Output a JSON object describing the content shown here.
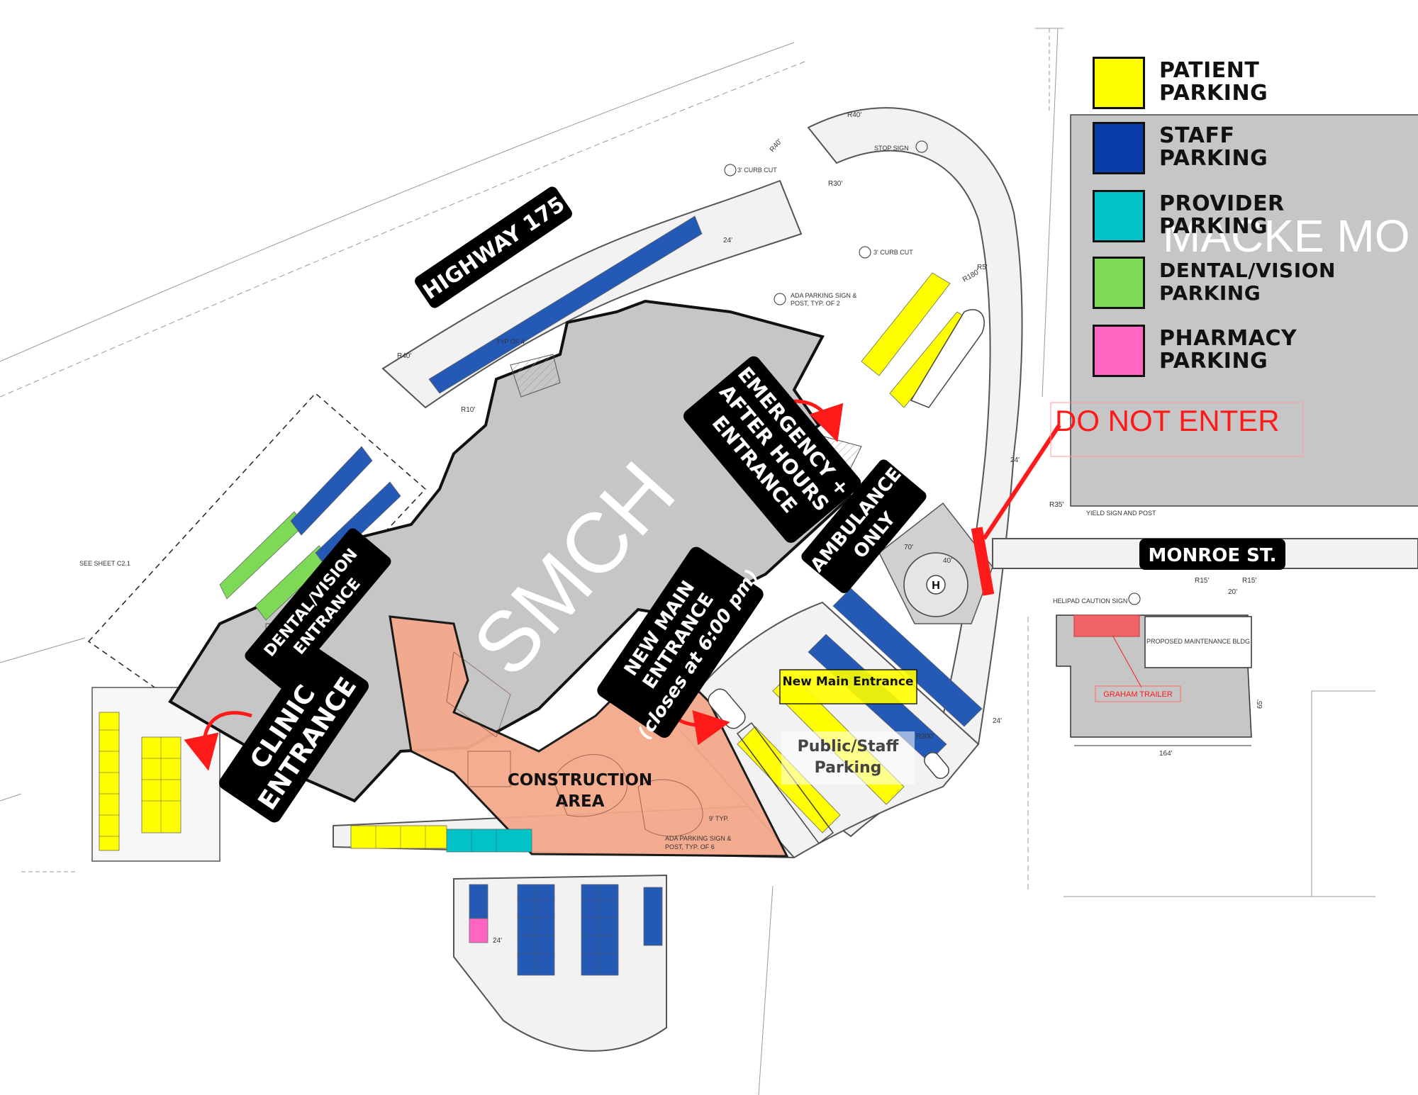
{
  "legend": [
    {
      "line1": "PATIENT",
      "line2": "PARKING",
      "color": "#ffff00"
    },
    {
      "line1": "STAFF",
      "line2": "PARKING",
      "color": "#0a3da8"
    },
    {
      "line1": "PROVIDER",
      "line2": "PARKING",
      "color": "#00c2c7"
    },
    {
      "line1": "DENTAL/VISION",
      "line2": "PARKING",
      "color": "#7ed957"
    },
    {
      "line1": "PHARMACY",
      "line2": "PARKING",
      "color": "#ff66c4"
    }
  ],
  "colors": {
    "building": "#c6c6c7",
    "construction": "#f4a98a",
    "warning_red": "#ff1a1a",
    "label_bg": "#000000",
    "label_text": "#ffffff"
  },
  "labels": {
    "highway": "HIGHWAY 175",
    "building_name": "SMCH",
    "neighbor_building": "MACKE MO",
    "do_not_enter": "DO NOT ENTER",
    "monroe_st": "MONROE ST.",
    "emergency_line1": "EMERGENCY +",
    "emergency_line2": "AFTER HOURS",
    "emergency_line3": "ENTRANCE",
    "ambulance_line1": "AMBULANCE",
    "ambulance_line2": "ONLY",
    "new_main_line1": "NEW MAIN",
    "new_main_line2": "ENTRANCE",
    "new_main_line3": "(closes at 6:00 pm)",
    "clinic_line1": "CLINIC",
    "clinic_line2": "ENTRANCE",
    "dental_line1": "DENTAL/VISION",
    "dental_line2": "ENTRANCE",
    "construction_line1": "CONSTRUCTION",
    "construction_line2": "AREA",
    "new_main_box": "New Main Entrance",
    "public_staff_line1": "Public/Staff",
    "public_staff_line2": "Parking"
  },
  "annotations": {
    "stop_sign": "STOP SIGN",
    "curb_cut_1": "3' CURB CUT",
    "curb_cut_2": "3' CURB CUT",
    "ada_sign_line1": "ADA PARKING SIGN &",
    "ada_sign_line2": "POST, TYP. OF 2",
    "ada_sign2_line1": "ADA PARKING SIGN &",
    "ada_sign2_line2": "POST, TYP. OF 6",
    "see_sheet": "SEE SHEET C2.1",
    "yield_sign": "YIELD SIGN AND POST",
    "helipad_sign": "HELIPAD CAUTION SIGN",
    "maintenance_bldg": "PROPOSED MAINTENANCE BLDG",
    "graham_trailer": "GRAHAM TRAILER",
    "helipad_symbol": "H",
    "dim_r40_1": "R40'",
    "dim_r40_2": "R40'",
    "dim_r40_3": "R40'",
    "dim_r30": "R30'",
    "dim_r180": "R180'",
    "dim_r5": "R5'",
    "dim_r35": "R35'",
    "dim_r10": "R10'",
    "dim_r15_1": "R15'",
    "dim_r15_2": "R15'",
    "dim_r200": "R200'",
    "dim_24_1": "24'",
    "dim_24_2": "24'",
    "dim_24_3": "24'",
    "dim_24_4": "24'",
    "dim_20": "20'",
    "dim_65": "65'",
    "dim_164": "164'",
    "dim_40": "40'",
    "dim_70": "70'",
    "typ_of_4": "TYP OF 4",
    "typ_9": "9' TYP."
  }
}
